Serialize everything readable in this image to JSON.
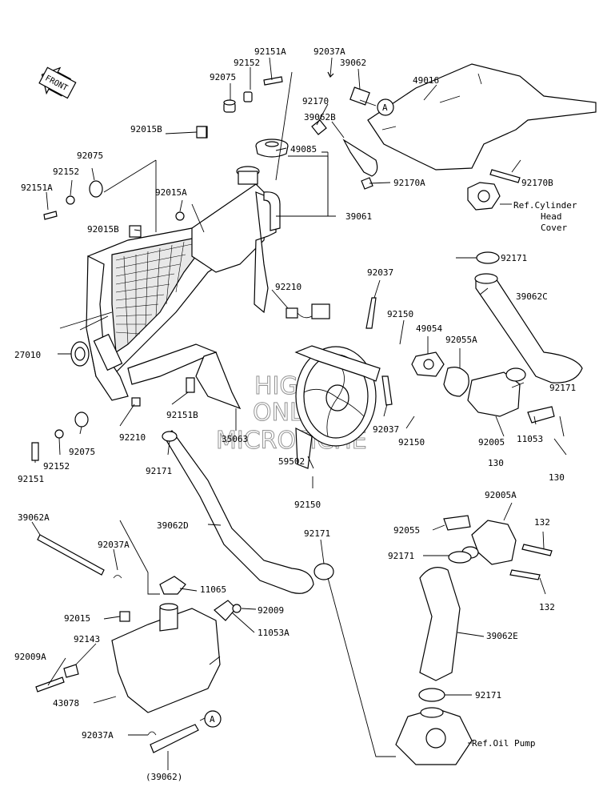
{
  "orientation": "FRONT",
  "callout_ref": "A",
  "watermark": [
    "HIGH",
    "ONLINE",
    "MICROFICHE"
  ],
  "parts": {
    "p92151A_top": "92151A",
    "p92037A_top": "92037A",
    "p92152_top": "92152",
    "p39062_top": "39062",
    "p92075_top": "92075",
    "p49016": "49016",
    "p92170": "92170",
    "p39062B": "39062B",
    "p92015B_top": "92015B",
    "p49085": "49085",
    "p92075_left": "92075",
    "p92152_left": "92152",
    "p92151A_left": "92151A",
    "p92015A": "92015A",
    "p92170A": "92170A",
    "p92170B": "92170B",
    "ref_cyl": [
      "Ref.Cylinder",
      "Head",
      "Cover"
    ],
    "p39061": "39061",
    "p92015B_left": "92015B",
    "p92171_a": "92171",
    "p92210_top": "92210",
    "p92037_top": "92037",
    "p39062C": "39062C",
    "p92150_a": "92150",
    "p49054": "49054",
    "p92055A": "92055A",
    "p27010": "27010",
    "p92171_b": "92171",
    "p92151B": "92151B",
    "p92037_mid": "92037",
    "p92210_bot": "92210",
    "p35063": "35063",
    "p92150_b": "92150",
    "p92005": "92005",
    "p11053": "11053",
    "p92075_bot": "92075",
    "p92152_bot": "92152",
    "p59502": "59502",
    "p130_a": "130",
    "p130_b": "130",
    "p92151": "92151",
    "p92171_c": "92171",
    "p92150_c": "92150",
    "p92005A": "92005A",
    "p39062A": "39062A",
    "p39062D": "39062D",
    "p92171_d": "92171",
    "p92055": "92055",
    "p132_a": "132",
    "p92037A_bot": "92037A",
    "p92171_e": "92171",
    "p11065": "11065",
    "p132_b": "132",
    "p92009": "92009",
    "p92015": "92015",
    "p11053A": "11053A",
    "p39062E": "39062E",
    "p92143": "92143",
    "p92009A": "92009A",
    "p92171_f": "92171",
    "p43078": "43078",
    "p92037A_low": "92037A",
    "ref_oil": "Ref.Oil Pump",
    "p39062_paren": "(39062)"
  }
}
